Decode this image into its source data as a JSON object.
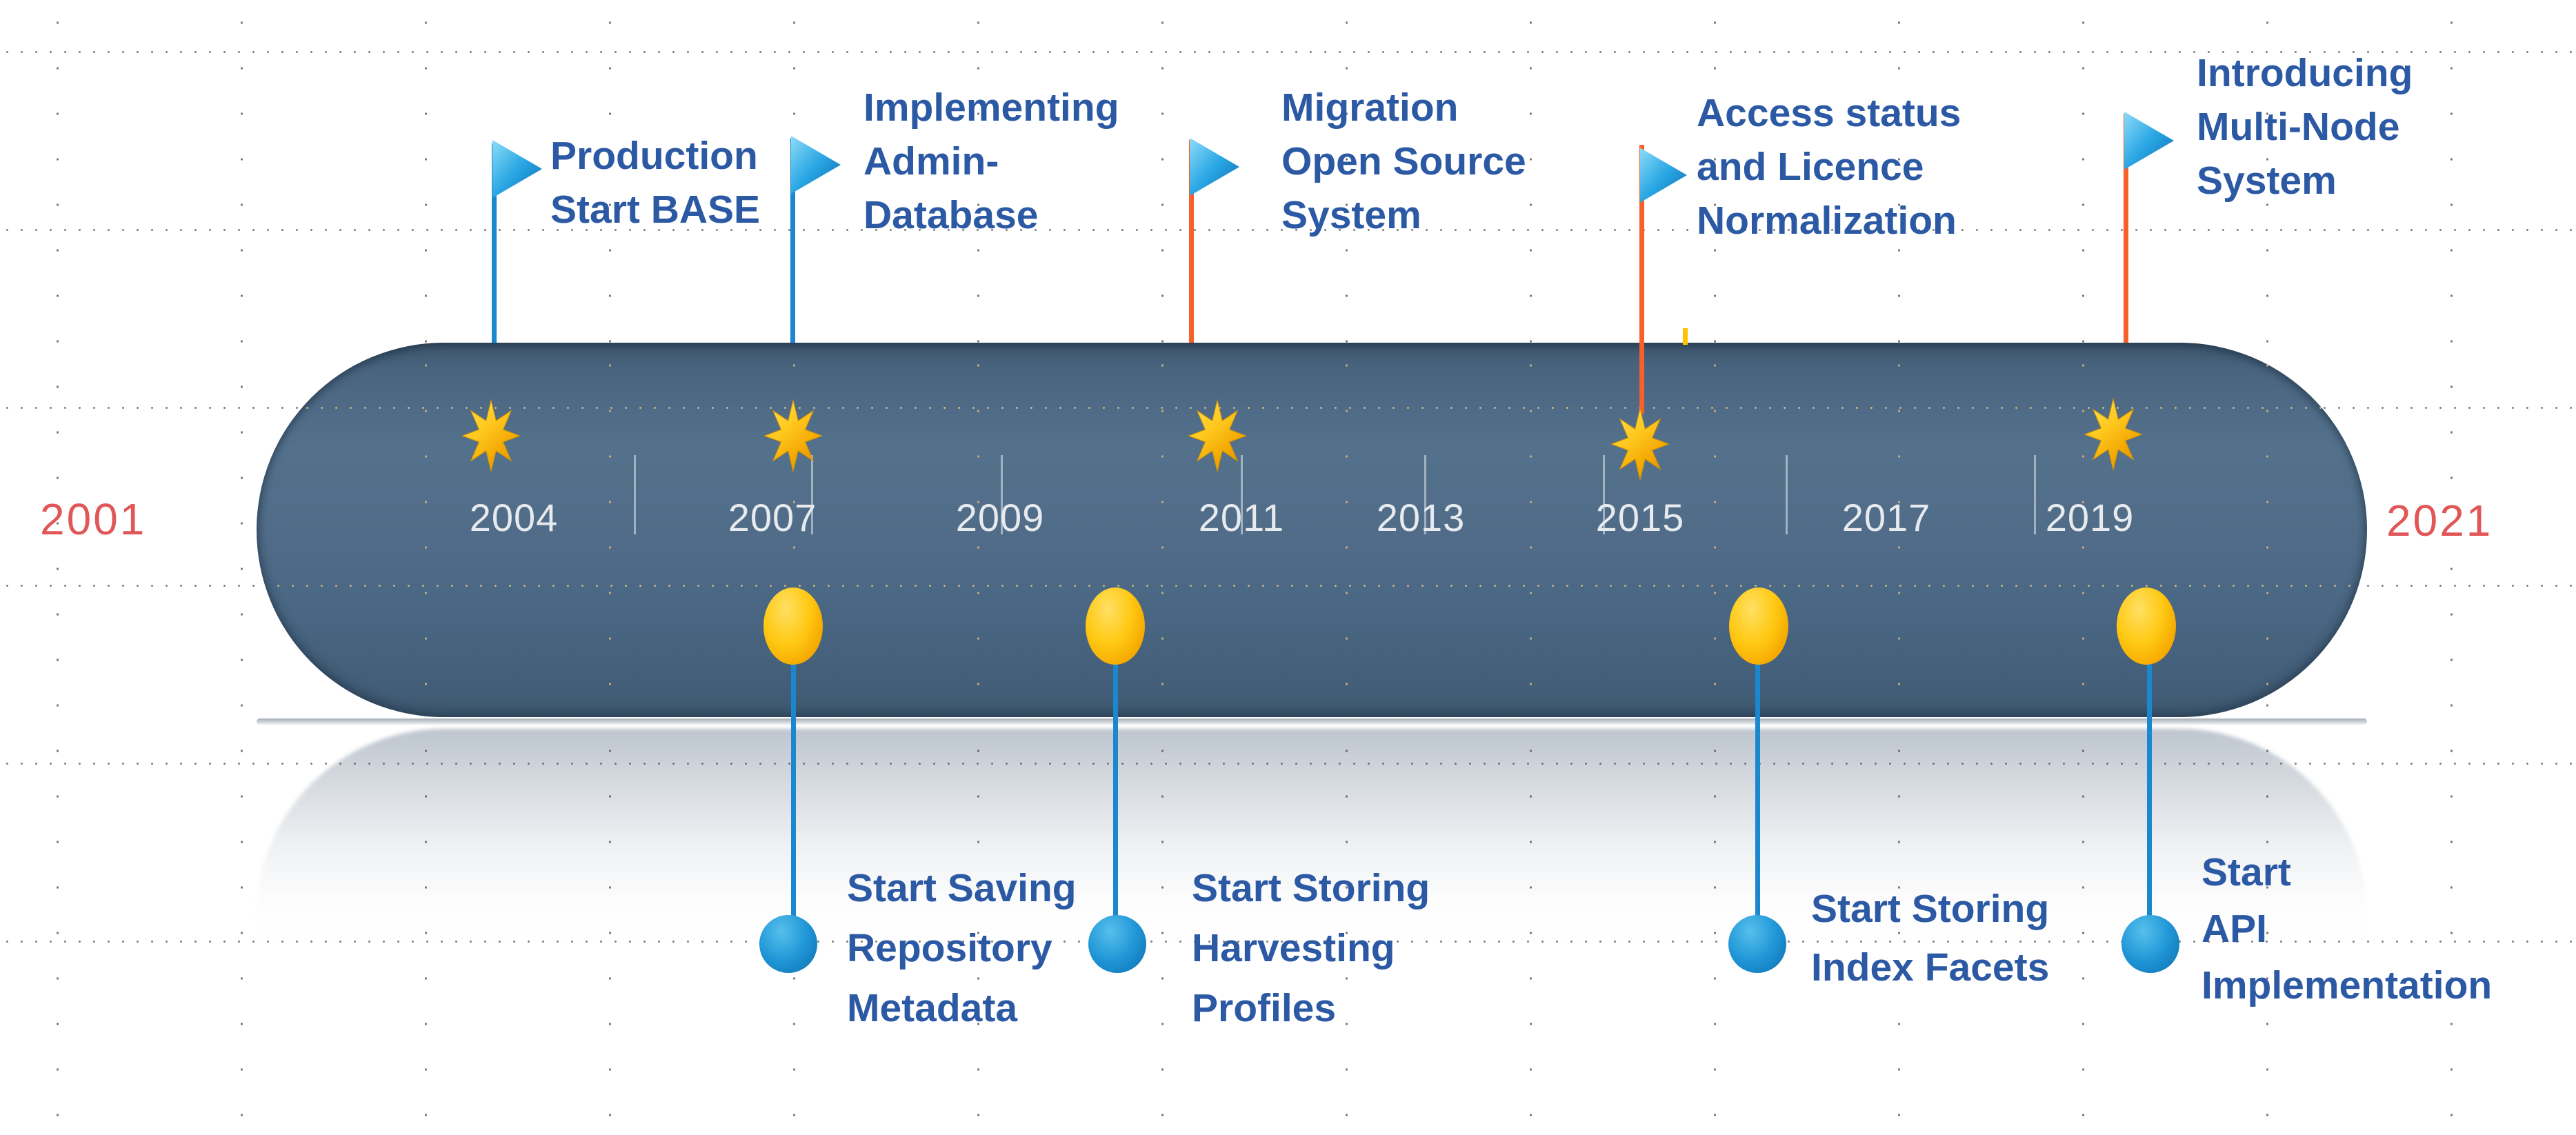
{
  "slide": {
    "start_year": "2001",
    "end_year": "2021",
    "years": [
      "2004",
      "2007",
      "2009",
      "2011",
      "2013",
      "2015",
      "2017",
      "2019"
    ],
    "flags": [
      {
        "lines": [
          "Production",
          "Start BASE"
        ]
      },
      {
        "lines": [
          "Implementing",
          "Admin-",
          "Database"
        ]
      },
      {
        "lines": [
          "Migration",
          "Open Source",
          "System"
        ]
      },
      {
        "lines": [
          "Access status",
          "and Licence",
          "Normalization"
        ]
      },
      {
        "lines": [
          "Introducing",
          "Multi-Node",
          "System"
        ]
      }
    ],
    "events": [
      {
        "lines": [
          "Start Saving",
          "Repository",
          "Metadata"
        ]
      },
      {
        "lines": [
          "Start Storing",
          "Harvesting",
          "Profiles"
        ]
      },
      {
        "lines": [
          "Start Storing",
          "Index Facets"
        ]
      },
      {
        "lines": [
          "Start",
          "API",
          "Implementation"
        ]
      }
    ],
    "icons": {
      "milestone": "star-burst-icon",
      "flag": "pennant-flag-icon",
      "event": "circle-dot-icon"
    },
    "colors": {
      "bar": "#4a6580",
      "gold": "#ffc000",
      "blue_accent": "#1b87cf",
      "orange_accent": "#f7602a",
      "label_blue": "#2c59a4",
      "edge_year_red": "#e15656",
      "year_text": "#e7eaee"
    }
  }
}
